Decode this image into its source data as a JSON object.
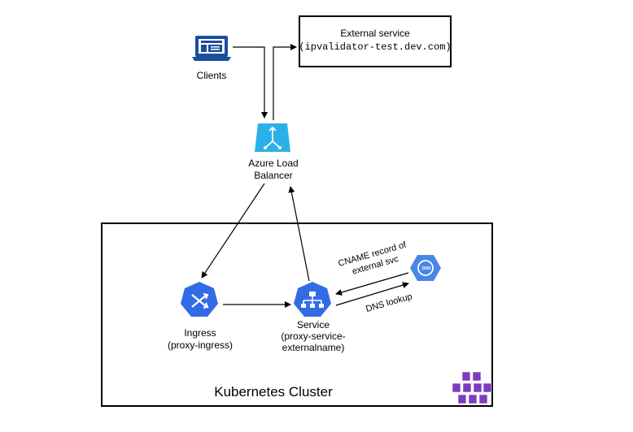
{
  "nodes": {
    "clients": {
      "label": "Clients",
      "icon": "laptop-icon"
    },
    "external_service": {
      "title": "External service",
      "host": "(ipvalidator-test.dev.com)"
    },
    "load_balancer": {
      "label_line1": "Azure Load",
      "label_line2": "Balancer",
      "icon": "load-balancer-icon"
    },
    "ingress": {
      "label_line1": "Ingress",
      "label_line2": "(proxy-ingress)",
      "icon": "ingress-icon"
    },
    "service": {
      "label_line1": "Service",
      "label_line2": "(proxy-service-",
      "label_line3": "externalname)",
      "icon": "service-icon"
    },
    "dns": {
      "icon": "dns-icon",
      "badge_text": "DNS"
    }
  },
  "cluster": {
    "label": "Kubernetes Cluster",
    "icon": "aks-icon"
  },
  "edges": {
    "cname_line1": "CNAME record of",
    "cname_line2": "external svc",
    "dns_lookup": "DNS lookup"
  },
  "colors": {
    "azure_blue": "#2CB0E8",
    "k8s_blue": "#326CE5",
    "dns_blue": "#4A86E8",
    "laptop_blue": "#1B4F9C",
    "aks_purple": "#7B3DBE"
  }
}
